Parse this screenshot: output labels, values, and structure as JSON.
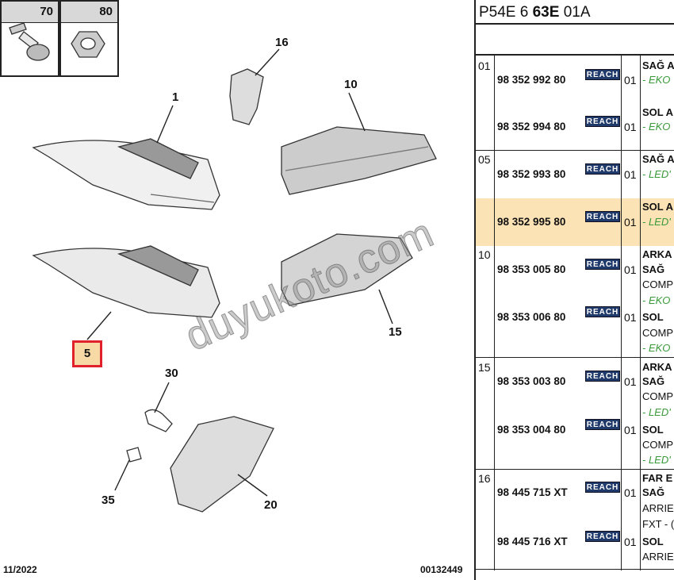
{
  "diagram": {
    "fasteners": [
      "70",
      "80"
    ],
    "callouts": {
      "c16": "16",
      "c1": "1",
      "c10": "10",
      "c5": "5",
      "c15": "15",
      "c30": "30",
      "c35": "35",
      "c20": "20"
    },
    "watermark": "duyukoto.com",
    "date": "11/2022",
    "ref_number": "00132449"
  },
  "panel": {
    "title_a": "P54E 6 ",
    "title_b": "63E",
    "title_c": " 01A",
    "reach_label": "REACH",
    "highlight_color": "#fbe3b6",
    "groups": [
      {
        "ref": "01",
        "entries": [
          {
            "part": "98 352 992 80",
            "qty": "01",
            "desc": [
              "SAĞ A",
              "- EKO"
            ]
          },
          {
            "part": "98 352 994 80",
            "qty": "01",
            "desc": [
              "SOL A",
              "- EKO"
            ]
          }
        ]
      },
      {
        "ref": "05",
        "entries": [
          {
            "part": "98 352 993 80",
            "qty": "01",
            "desc": [
              "SAĞ A",
              "- LED'"
            ]
          },
          {
            "part": "98 352 995 80",
            "qty": "01",
            "desc": [
              "SOL A",
              "- LED'"
            ],
            "selected": true
          }
        ]
      },
      {
        "ref": "10",
        "entries": [
          {
            "part": "98 353 005 80",
            "qty": "01",
            "desc": [
              "ARKA",
              "SAĞ",
              "COMP",
              "- EKO"
            ]
          },
          {
            "part": "98 353 006 80",
            "qty": "01",
            "desc": [
              "SOL",
              "COMP",
              "- EKO"
            ]
          }
        ]
      },
      {
        "ref": "15",
        "entries": [
          {
            "part": "98 353 003 80",
            "qty": "01",
            "desc": [
              "ARKA",
              "SAĞ",
              "COMP",
              "- LED'"
            ]
          },
          {
            "part": "98 353 004 80",
            "qty": "01",
            "desc": [
              "SOL",
              "COMP",
              "- LED'"
            ]
          }
        ]
      },
      {
        "ref": "16",
        "entries": [
          {
            "part": "98 445 715 XT",
            "qty": "01",
            "desc": [
              "FAR E",
              "SAĞ",
              "ARRIE",
              "FXT - ("
            ]
          },
          {
            "part": "98 445 716 XT",
            "qty": "01",
            "desc": [
              "SOL",
              "ARRIE"
            ]
          }
        ]
      }
    ]
  }
}
